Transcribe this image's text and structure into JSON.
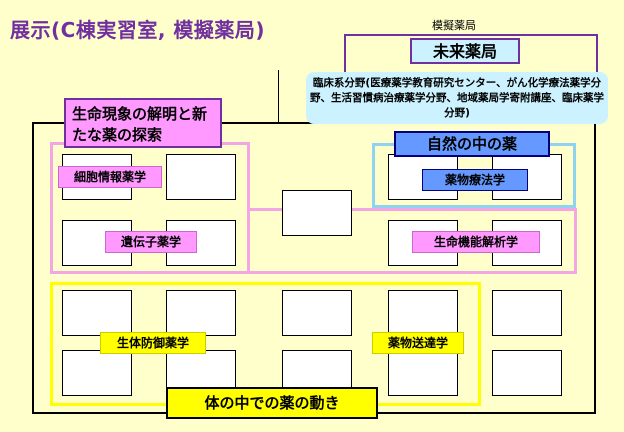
{
  "title": "展示(C棟実習室, 模擬薬局)",
  "mock_pharmacy_caption": "模擬薬局",
  "future_pharmacy_label": "未来薬局",
  "future_pharmacy_note": "臨床系分野(医療薬学教育研究センター、がん化学療法薬学分野、生活習慣病治療薬学分野、地域薬局学寄附講座、臨床薬学分野)",
  "theme_pink_label": "生命現象の解明と新たな薬の探索",
  "theme_blue_label": "自然の中の薬",
  "theme_yellow_label": "体の中での薬の動き",
  "labs": {
    "cell_info": "細胞情報薬学",
    "genetics": "遺伝子薬学",
    "pharmacognosy": "薬物療法学",
    "life_function": "生命機能解析学",
    "biodefense": "生体防御薬学",
    "drug_delivery": "薬物送達学"
  },
  "colors": {
    "title": "#7030a0",
    "background": "#ffffcc",
    "pink": "#ff99ff",
    "pink_frame": "#f4a6e4",
    "blue": "#6699ff",
    "blue_frame": "#8fd3ee",
    "yellow": "#ffff00",
    "light_blue": "#ccf2ff",
    "purple_line": "#7030a0"
  }
}
